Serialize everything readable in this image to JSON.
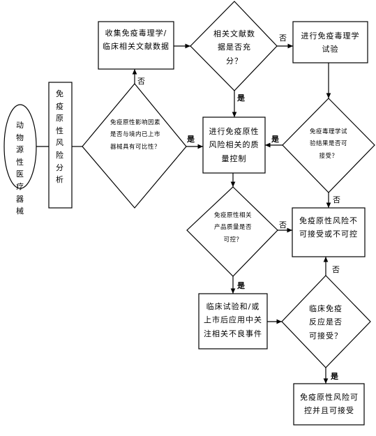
{
  "nodes": {
    "start": "动物源性医疗器械",
    "analysis": "免疫原性风险分析",
    "collect": "收集免疫毒理学/临床相关文献数据",
    "literature_q": "相关文献数据是否充分？",
    "tox_test": "进行免疫毒理学试验",
    "factor_q": "免疫原性影响因素是否与境内已上市器械具有可比性？",
    "control": "进行免疫原性风险相关的质量控制",
    "tox_result_q": "免疫毒理学试验结果是否可接受？",
    "product_q": "免疫原性相关产品质量是否可控？",
    "unacceptable": "免疫原性风险不可接受或不可控",
    "clinical": "临床试验和/或上市后应用中关注相关不良事件",
    "reaction_q": "临床免疫反应是否可接受？",
    "acceptable": "免疫原性风险可控并且可接受"
  },
  "edge_labels": {
    "yes": "是",
    "no": "否"
  }
}
